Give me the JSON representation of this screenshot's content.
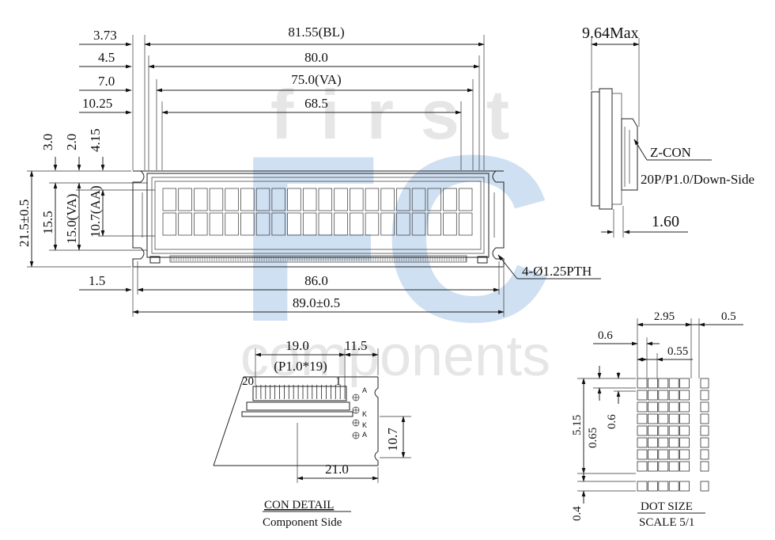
{
  "watermark": {
    "top_text": "first",
    "logo_text": "FC",
    "bottom_text": "components",
    "logo_color": "#cfe0f2",
    "text_color": "#e6e6e6"
  },
  "front_view": {
    "dimensions_top": [
      "3.73",
      "81.55(BL)",
      "4.5",
      "80.0",
      "7.0",
      "75.0(VA)",
      "10.25",
      "68.5"
    ],
    "dimensions_left_top": [
      "3.0",
      "2.0",
      "4.15"
    ],
    "dimensions_left": [
      "21.5±0.5",
      "15.5",
      "15.0(VA)",
      "10.7(AA)"
    ],
    "dimensions_bottom": [
      "1.5",
      "86.0",
      "89.0±0.5"
    ],
    "hole_note": "4-Ø1.25PTH",
    "char_rows": 2,
    "char_cols": 20
  },
  "side_view": {
    "max_thickness": "9.64Max",
    "connector_name": "Z-CON",
    "connector_spec": "20P/P1.0/Down-Side",
    "pin_offset": "1.60"
  },
  "con_detail": {
    "dim_pitch": "19.0",
    "dim_pitch_note": "(P1.0*19)",
    "dim_offset": "11.5",
    "pin_left": "20",
    "pin_right": "1",
    "pad_labels": [
      "A",
      "K",
      "K",
      "A"
    ],
    "dim_height": "10.7",
    "dim_width": "21.0",
    "title": "CON DETAIL",
    "subtitle": "Component Side"
  },
  "dot_size": {
    "dims_top": [
      "2.95",
      "0.5"
    ],
    "dims_mid": [
      "0.6",
      "0.55"
    ],
    "dims_left": [
      "5.15",
      "0.65",
      "0.6",
      "0.4"
    ],
    "title": "DOT SIZE",
    "subtitle": "SCALE 5/1"
  },
  "icons": [
    "arrowhead-icon",
    "plus-circle-icon"
  ]
}
